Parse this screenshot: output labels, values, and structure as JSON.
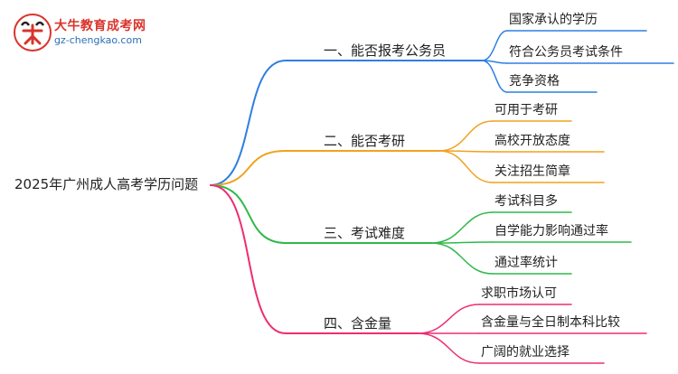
{
  "logo": {
    "title": "大牛教育成考网",
    "url": "gz-chengkao.com"
  },
  "root": {
    "label": "2025年广州成人高考学历问题"
  },
  "branches": [
    {
      "label": "一、能否报考公务员",
      "color": "#2f7fe0",
      "children": [
        "国家承认的学历",
        "符合公务员考试条件",
        "竞争资格"
      ]
    },
    {
      "label": "二、能否考研",
      "color": "#f0a21f",
      "children": [
        "可用于考研",
        "高校开放态度",
        "关注招生简章"
      ]
    },
    {
      "label": "三、考试难度",
      "color": "#2fb84c",
      "children": [
        "考试科目多",
        "自学能力影响通过率",
        "通过率统计"
      ]
    },
    {
      "label": "四、含金量",
      "color": "#ee2d72",
      "children": [
        "求职市场认可",
        "含金量与全日制本科比较",
        "广阔的就业选择"
      ]
    }
  ]
}
